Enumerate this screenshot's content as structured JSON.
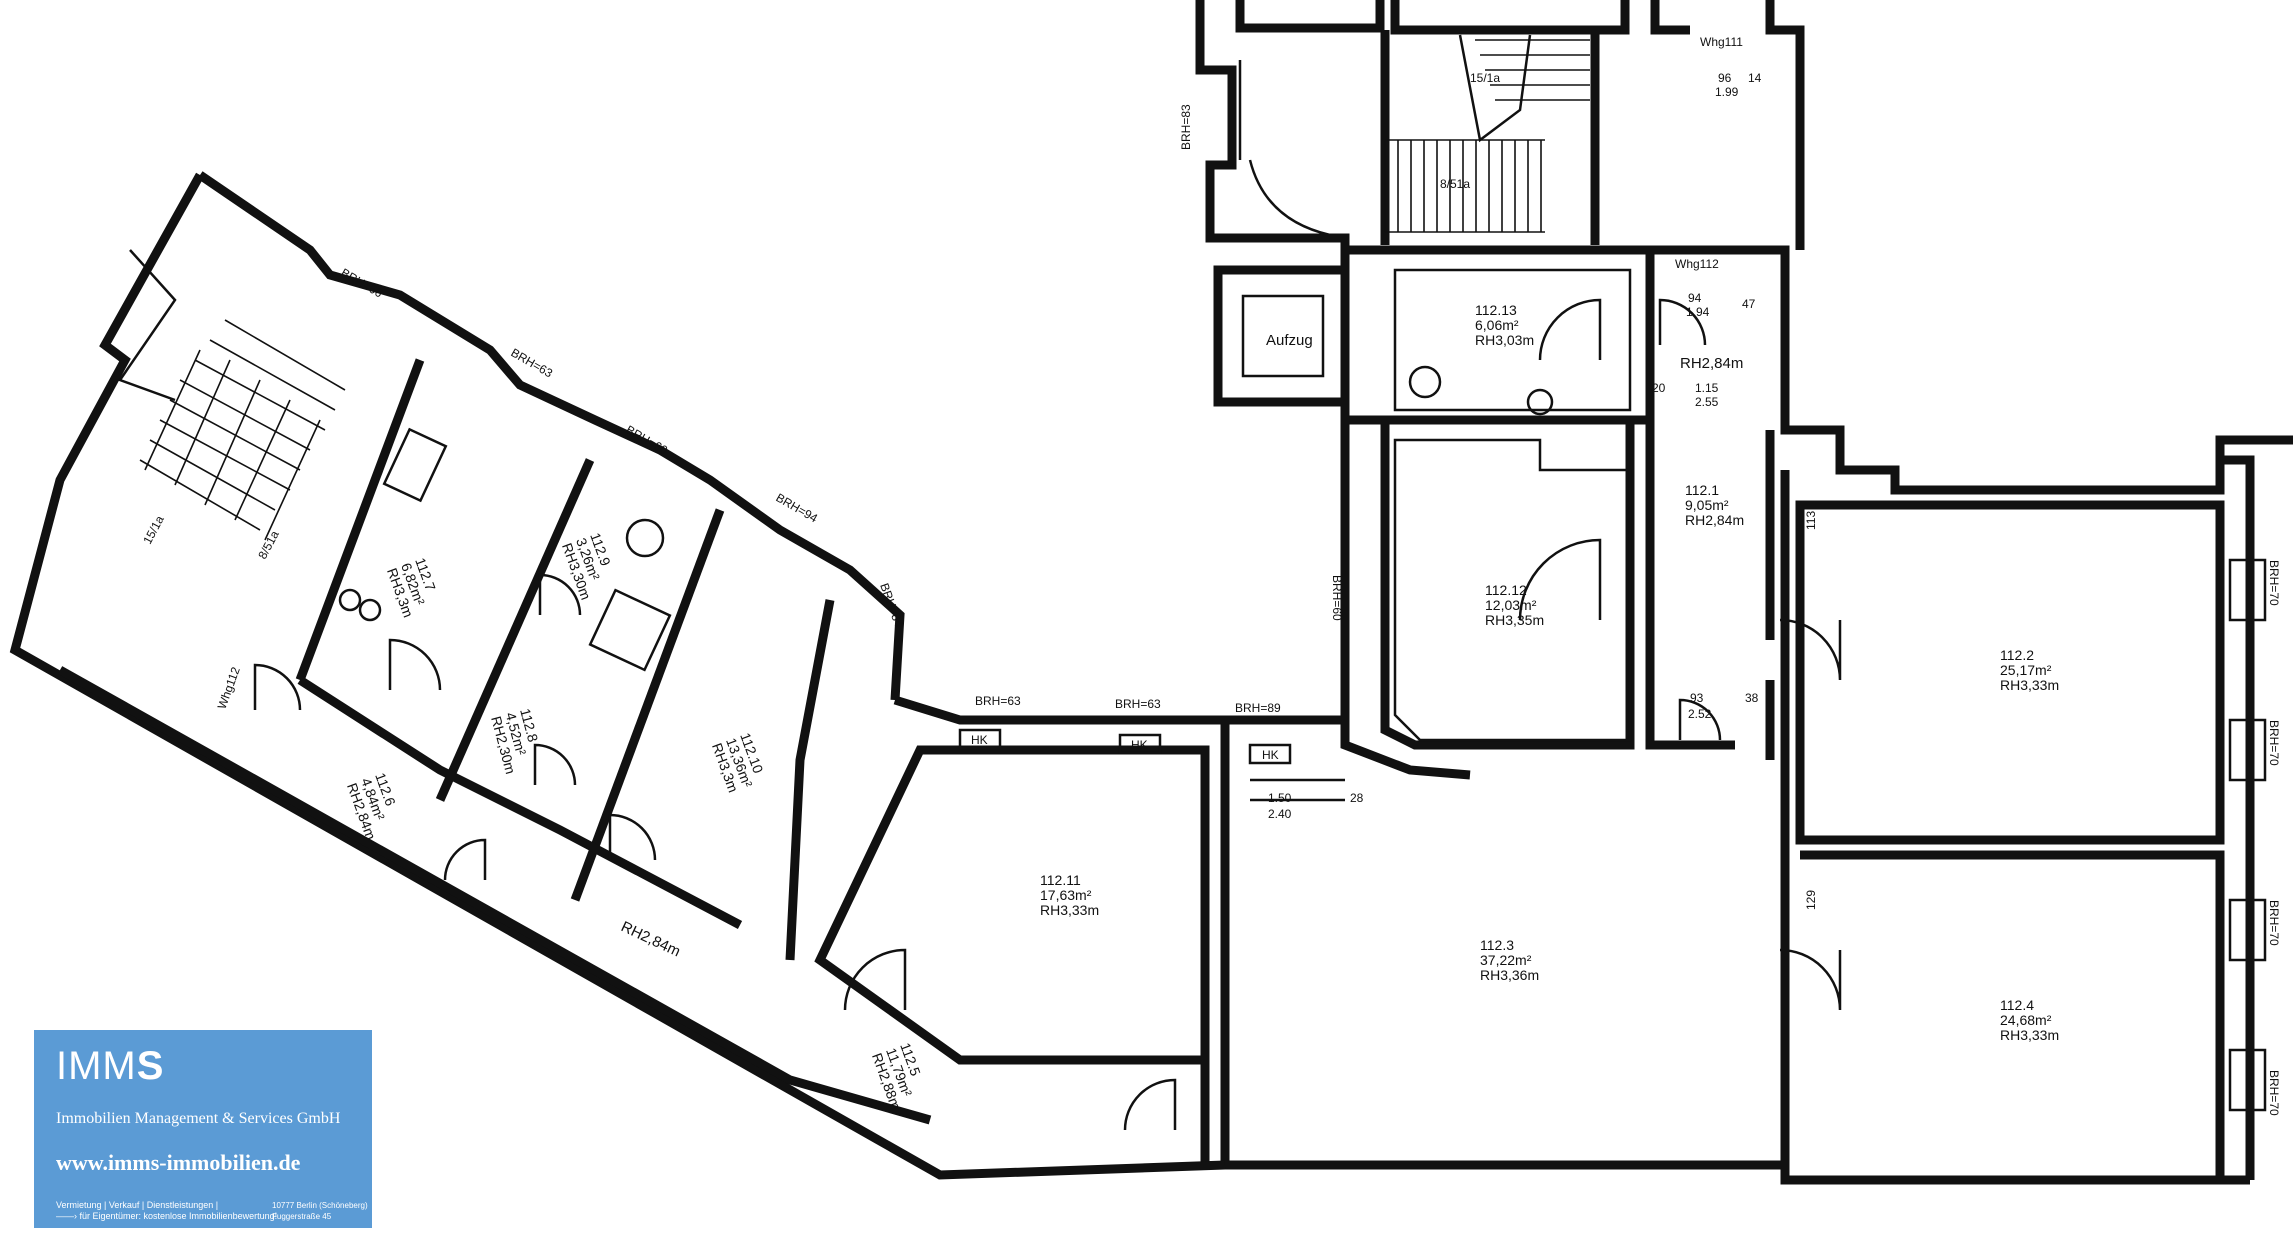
{
  "rooms": [
    {
      "id": "112.1",
      "area": "9,05m²",
      "height": "RH2,84m"
    },
    {
      "id": "112.2",
      "area": "25,17m²",
      "height": "RH3,33m"
    },
    {
      "id": "112.3",
      "area": "37,22m²",
      "height": "RH3,36m"
    },
    {
      "id": "112.4",
      "area": "24,68m²",
      "height": "RH3,33m"
    },
    {
      "id": "112.5",
      "area": "11,79m²",
      "height": "RH2,88m"
    },
    {
      "id": "112.6",
      "area": "4,84m²",
      "height": "RH2,84m"
    },
    {
      "id": "112.7",
      "area": "6,82m²",
      "height": "RH3,3m"
    },
    {
      "id": "112.8",
      "area": "4,52m²",
      "height": "RH2,30m"
    },
    {
      "id": "112.9",
      "area": "3,26m²",
      "height": "RH3,30m"
    },
    {
      "id": "112.10",
      "area": "13,36m²",
      "height": "RH3,3m"
    },
    {
      "id": "112.11",
      "area": "17,63m²",
      "height": "RH3,33m"
    },
    {
      "id": "112.12",
      "area": "12,03m²",
      "height": "RH3,35m"
    },
    {
      "id": "112.13",
      "area": "6,06m²",
      "height": "RH3,03m"
    }
  ],
  "labels": {
    "elevator": "Aufzug",
    "whg111": "Whg111",
    "whg112_top": "Whg112",
    "whg112_left": "Whg112",
    "rh_top": "RH2,84m",
    "rh_corridor": "RH2,84m",
    "brh_66": "BRH=66",
    "brh_63a": "BRH=63",
    "brh_60": "BRH=60",
    "brh_94": "BRH=94",
    "brh_63b": "BRH=63",
    "brh_63c": "BRH=63",
    "brh_89": "BRH=89",
    "brh_84": "BRH=84",
    "brh_70a": "BRH=70",
    "brh_70b": "BRH=70",
    "brh_70c": "BRH=70",
    "brh_70d": "BRH=70",
    "brh_83": "BRH=83",
    "brh_60b": "BRH=60",
    "hk": "HK",
    "dim_150": "1.50",
    "dim_240": "2.40",
    "dim_28": "28",
    "dim_93": "93",
    "dim_252": "2.52",
    "dim_38": "38",
    "dim_94": "94",
    "dim_194": "1.94",
    "dim_47": "47",
    "dim_20": "20",
    "dim_115": "1.15",
    "dim_255": "2.55",
    "dim_96": "96",
    "dim_199": "1.99",
    "dim_14": "14",
    "dim_151": "15/1a",
    "dim_85": "8/51a",
    "dim_129": "129",
    "dim_113": "113"
  },
  "logo": {
    "brand_light": "IMM",
    "brand_bold": "S",
    "subtitle": "Immobilien Management & Services GmbH",
    "website": "www.imms-immobilien.de",
    "services": "Vermietung | Verkauf | Dienstleistungen |",
    "services_note": "——› für Eigentümer: kostenlose Immobilienbewertung!",
    "address_line1": "10777 Berlin (Schöneberg)",
    "address_line2": "Fuggerstraße 45"
  }
}
